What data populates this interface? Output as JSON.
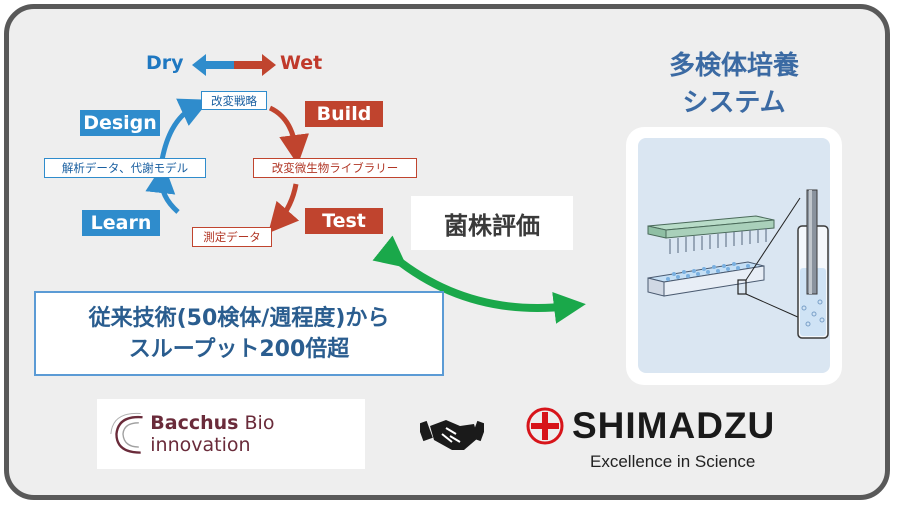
{
  "cycle": {
    "dry_label": "Dry",
    "wet_label": "Wet",
    "phases": {
      "design": "Design",
      "build": "Build",
      "test": "Test",
      "learn": "Learn"
    },
    "steps": {
      "strategy": "改変戦略",
      "library": "改変微生物ライブラリー",
      "measurement": "測定データ",
      "analysis": "解析データ、代謝モデル"
    }
  },
  "evaluation_label": "菌株評価",
  "throughput": {
    "line1": "従来技術(50検体/週程度)から",
    "line2": "スループット200倍超"
  },
  "system": {
    "title_line1": "多検体培養",
    "title_line2": "システム"
  },
  "logos": {
    "bacchus_name_bold": "Bacchus",
    "bacchus_name_rest": "Bio innovation",
    "shimadzu_name": "SHIMADZU",
    "shimadzu_tagline": "Excellence in Science"
  },
  "colors": {
    "dry_blue": "#2f8ccc",
    "wet_red": "#c0442e",
    "connector_green": "#1aa84a",
    "system_blue": "#3b6aa3",
    "shimadzu_red": "#d7141a"
  },
  "icons": {
    "partnership": "handshake-icon",
    "shimadzu_mark": "shimadzu-cross-circle-icon"
  }
}
